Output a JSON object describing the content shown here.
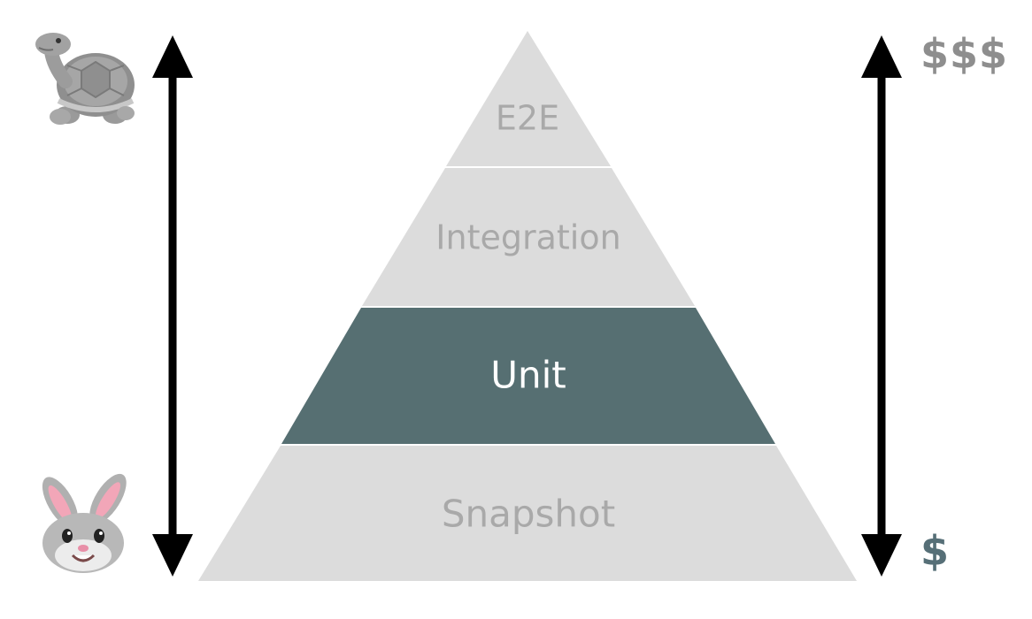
{
  "pyramid": {
    "layers": [
      {
        "label": "E2E",
        "highlighted": false
      },
      {
        "label": "Integration",
        "highlighted": false
      },
      {
        "label": "Unit",
        "highlighted": true
      },
      {
        "label": "Snapshot",
        "highlighted": false
      }
    ],
    "colors": {
      "layer_fill": "#dcdcdc",
      "layer_text": "#a9a9a9",
      "highlight_fill": "#566f72",
      "highlight_text": "#ffffff",
      "separator": "#f0f0f0"
    }
  },
  "speed_axis": {
    "top_icon": "turtle-icon",
    "bottom_icon": "rabbit-icon"
  },
  "cost_axis": {
    "top_label": "$$$",
    "bottom_label": "$"
  }
}
